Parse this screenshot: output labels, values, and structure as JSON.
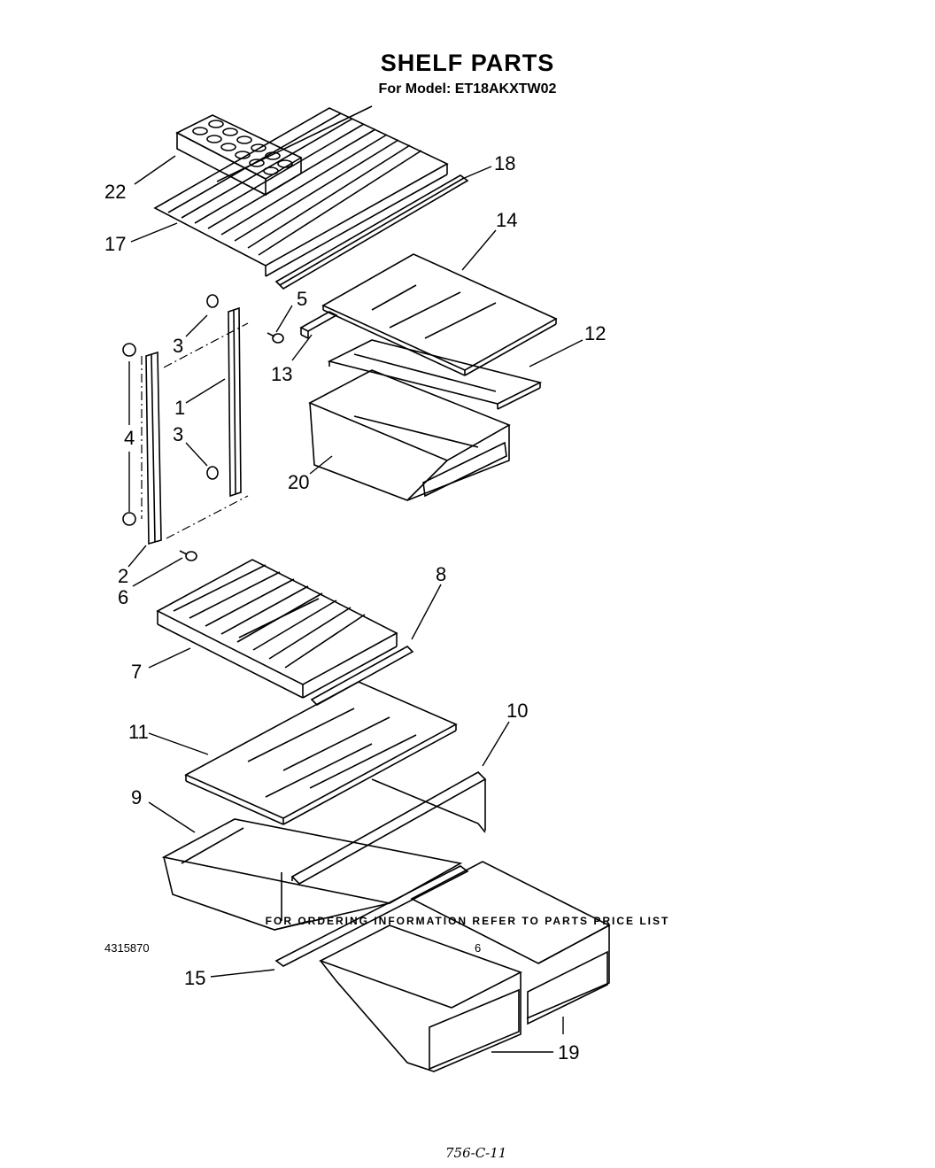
{
  "header": {
    "title": "SHELF PARTS",
    "subtitle": "For Model: ET18AKXTW02"
  },
  "callouts": {
    "c22": "22",
    "c18": "18",
    "c17": "17",
    "c14": "14",
    "c5": "5",
    "c3a": "3",
    "c12": "12",
    "c13": "13",
    "c1": "1",
    "c4": "4",
    "c3b": "3",
    "c20": "20",
    "c2": "2",
    "c6": "6",
    "c8": "8",
    "c7": "7",
    "c10": "10",
    "c11": "11",
    "c9": "9",
    "c15": "15",
    "c19": "19"
  },
  "footer": {
    "ordering_note": "FOR ORDERING INFORMATION REFER TO PARTS PRICE LIST",
    "document_number": "4315870",
    "page_number": "6",
    "handwritten_note": "756-C-11"
  }
}
